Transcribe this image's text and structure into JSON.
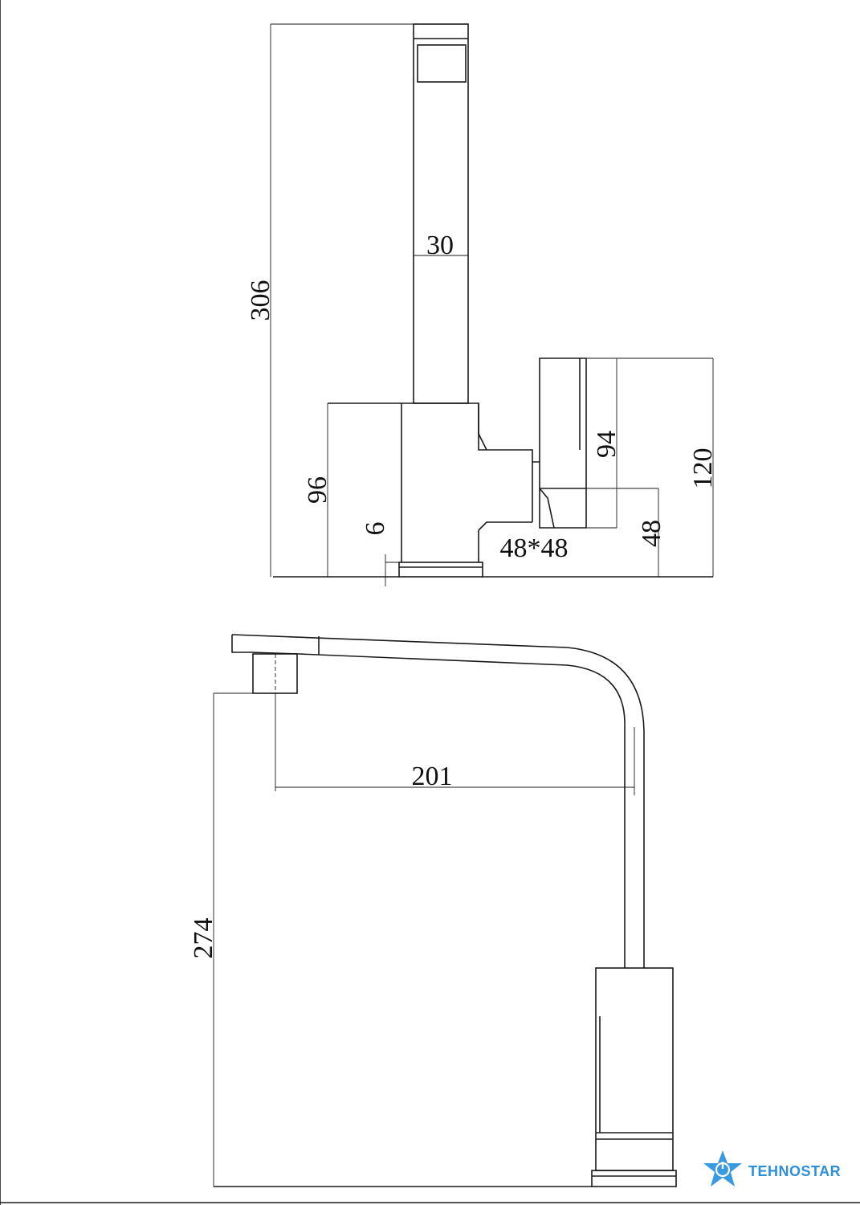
{
  "dimensions": {
    "total_height": "306",
    "column_width": "30",
    "body_height": "96",
    "base_thickness": "6",
    "base_size": "48*48",
    "lever_height": "94",
    "lever_total": "120",
    "lever_base": "48",
    "spout_reach": "201",
    "spout_height": "274"
  },
  "logo": {
    "text": "TEHNOSTAR",
    "icon": "star-power-icon",
    "color": "#2e8fd8"
  }
}
